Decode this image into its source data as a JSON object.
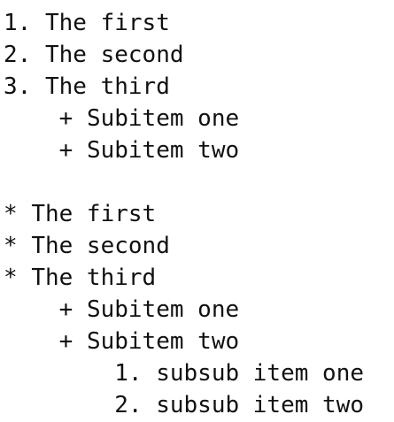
{
  "document": {
    "lines": [
      {
        "marker": "1.",
        "text": "The first"
      },
      {
        "marker": "2.",
        "text": "The second"
      },
      {
        "marker": "3.",
        "text": "The third"
      },
      {
        "marker": "+",
        "text": "Subitem one"
      },
      {
        "marker": "+",
        "text": "Subitem two"
      },
      {
        "marker": "",
        "text": ""
      },
      {
        "marker": "*",
        "text": "The first"
      },
      {
        "marker": "*",
        "text": "The second"
      },
      {
        "marker": "*",
        "text": "The third"
      },
      {
        "marker": "+",
        "text": "Subitem one"
      },
      {
        "marker": "+",
        "text": "Subitem two"
      },
      {
        "marker": "1.",
        "text": "subsub item one"
      },
      {
        "marker": "2.",
        "text": "subsub item two"
      }
    ]
  }
}
